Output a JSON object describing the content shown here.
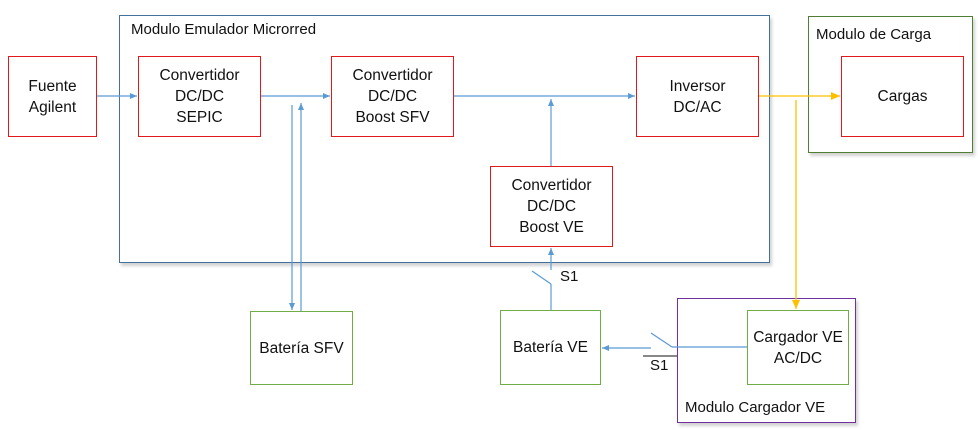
{
  "containers": {
    "microgrid": {
      "label": "Modulo Emulador Microrred",
      "border_color": "#41719c"
    },
    "load": {
      "label": "Modulo de Carga",
      "border_color": "#507e32"
    },
    "charger": {
      "label": "Modulo Cargador VE",
      "border_color": "#7030a0"
    }
  },
  "blocks": {
    "source": {
      "label": "Fuente\nAgilent"
    },
    "sepic": {
      "label": "Convertidor\nDC/DC\nSEPIC"
    },
    "boost_sfv": {
      "label": "Convertidor\nDC/DC\nBoost SFV"
    },
    "inverter": {
      "label": "Inversor\nDC/AC"
    },
    "loads": {
      "label": "Cargas"
    },
    "boost_ve": {
      "label": "Convertidor\nDC/DC\nBoost VE"
    },
    "battery_sfv": {
      "label": "Batería SFV"
    },
    "battery_ve": {
      "label": "Batería VE"
    },
    "charger_ve": {
      "label": "Cargador VE\nAC/DC"
    }
  },
  "switches": {
    "s1_top": {
      "label": "S1"
    },
    "s1_bottom": {
      "label": "S1"
    }
  },
  "colors": {
    "block_red": "#e0191c",
    "block_green": "#70ad47",
    "dc_line": "#5b9bd5",
    "ac_line": "#ffc000"
  },
  "connections": [
    {
      "from": "Fuente Agilent",
      "to": "Convertidor DC/DC SEPIC",
      "type": "dc"
    },
    {
      "from": "Convertidor DC/DC SEPIC",
      "to": "Convertidor DC/DC Boost SFV",
      "type": "dc"
    },
    {
      "from": "DC bus",
      "to": "Batería SFV",
      "type": "dc"
    },
    {
      "from": "Batería SFV",
      "to": "DC bus",
      "type": "dc"
    },
    {
      "from": "Convertidor DC/DC Boost SFV",
      "to": "Inversor DC/AC",
      "type": "dc"
    },
    {
      "from": "Convertidor DC/DC Boost VE",
      "to": "DC bus",
      "type": "dc"
    },
    {
      "from": "Batería VE",
      "to": "Convertidor DC/DC Boost VE",
      "type": "dc",
      "via": "S1"
    },
    {
      "from": "Inversor DC/AC",
      "to": "Cargas",
      "type": "ac"
    },
    {
      "from": "AC bus",
      "to": "Cargador VE AC/DC",
      "type": "ac"
    },
    {
      "from": "Cargador VE AC/DC",
      "to": "Batería VE",
      "type": "dc",
      "via": "S1"
    }
  ]
}
